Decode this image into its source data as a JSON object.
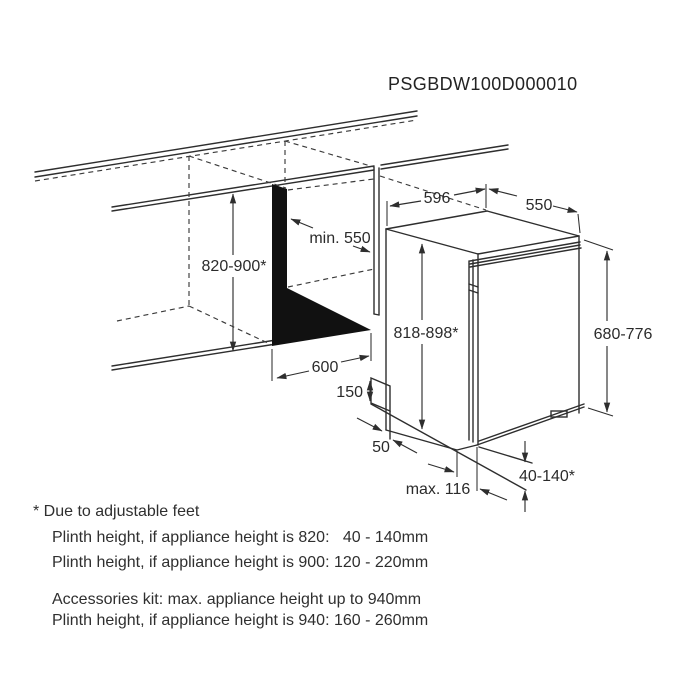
{
  "title": "PSGBDW100D000010",
  "dimensions": {
    "niche_height": "820-900*",
    "niche_depth": "min. 550",
    "niche_width": "600",
    "appliance_width": "596",
    "appliance_depth": "550",
    "appliance_height": "818-898*",
    "door_height": "680-776",
    "plinth_plate_height": "150",
    "front_clearance": "50",
    "panel_thickness": "max. 116",
    "plinth_height_range": "40-140*"
  },
  "footnotes": {
    "line1": "* Due to adjustable feet",
    "line2": "Plinth height, if appliance height is 820:   40 - 140mm",
    "line3": "Plinth height, if appliance height is 900: 120 - 220mm",
    "line4": "Accessories kit: max. appliance height up to 940mm",
    "line5": "Plinth height, if appliance height is 940: 160 - 260mm"
  },
  "colors": {
    "line": "#2e2e2e",
    "cutout_fill": "#111111",
    "background": "#ffffff"
  }
}
